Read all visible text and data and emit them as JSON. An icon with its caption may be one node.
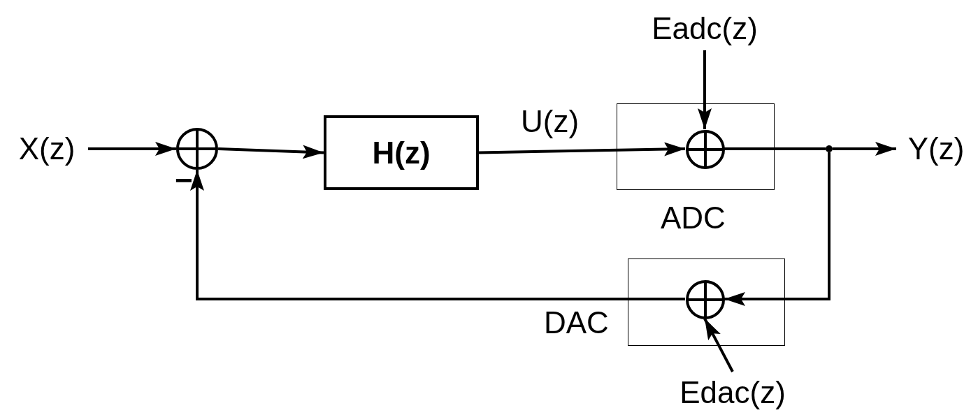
{
  "diagram": {
    "nodes": [
      {
        "text": [
          "X(z)"
        ]
      },
      {
        "text": [],
        "shape": "circle"
      },
      {
        "text": [
          "H(z)"
        ]
      },
      {
        "text": [],
        "shape": "box",
        "beside": [
          "ADC"
        ]
      },
      {
        "text": [],
        "shape": "circle",
        "in": 3
      },
      {
        "text": [
          "Eadc(z)"
        ]
      },
      {
        "text": [
          "Y(z)"
        ]
      },
      {
        "text": [],
        "shape": "dot"
      },
      {
        "text": [],
        "shape": "box",
        "beside": [
          "DAC"
        ]
      },
      {
        "text": [],
        "shape": "circle",
        "in": 8
      },
      {
        "text": [
          "Edac(z)"
        ]
      }
    ],
    "edges": [
      {
        "from": 0,
        "to": 1,
        "arrow": "to"
      },
      {
        "from": 1,
        "to": 2,
        "arrow": "to"
      },
      {
        "from": 2,
        "to": 4,
        "arrow": "to",
        "label": "U(z)"
      },
      {
        "from": 5,
        "to": 4,
        "arrow": "to"
      },
      {
        "from": 4,
        "to": 7,
        "arrow": "none"
      },
      {
        "from": 7,
        "to": 6,
        "arrow": "to"
      },
      {
        "from": 7,
        "to": 9,
        "arrow": "to"
      },
      {
        "from": 10,
        "to": 9,
        "arrow": "to"
      },
      {
        "from": 9,
        "to": 1,
        "arrow": "to"
      }
    ],
    "labels": [
      "−"
    ]
  }
}
